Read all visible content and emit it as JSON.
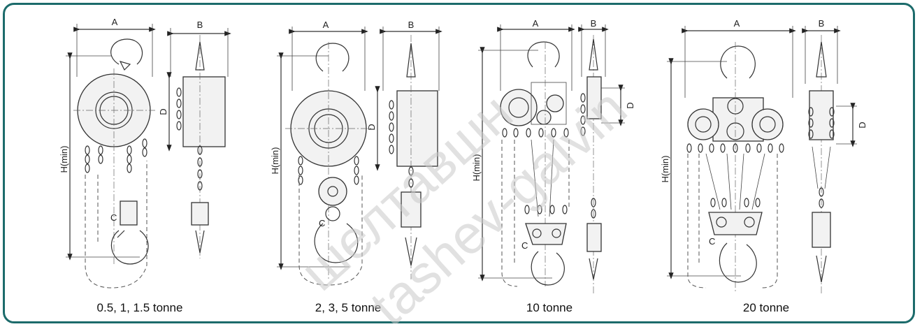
{
  "watermarks": [
    "шелтавшн",
    "tashev-galvin"
  ],
  "panels": [
    {
      "id": "p1",
      "caption": "0.5, 1, 1.5 tonne",
      "labels": {
        "A": "A",
        "B": "B",
        "D": "D",
        "H": "H(min)",
        "C": "C"
      }
    },
    {
      "id": "p2",
      "caption": "2, 3, 5 tonne",
      "labels": {
        "A": "A",
        "B": "B",
        "D": "D",
        "H": "H(min)",
        "C": "C"
      }
    },
    {
      "id": "p3",
      "caption": "10 tonne",
      "labels": {
        "A": "A",
        "B": "B",
        "D": "D",
        "H": "H(min)",
        "C": "C"
      }
    },
    {
      "id": "p4",
      "caption": "20 tonne",
      "labels": {
        "A": "A",
        "B": "B",
        "D": "D",
        "H": "H(min)",
        "C": "C"
      }
    }
  ]
}
